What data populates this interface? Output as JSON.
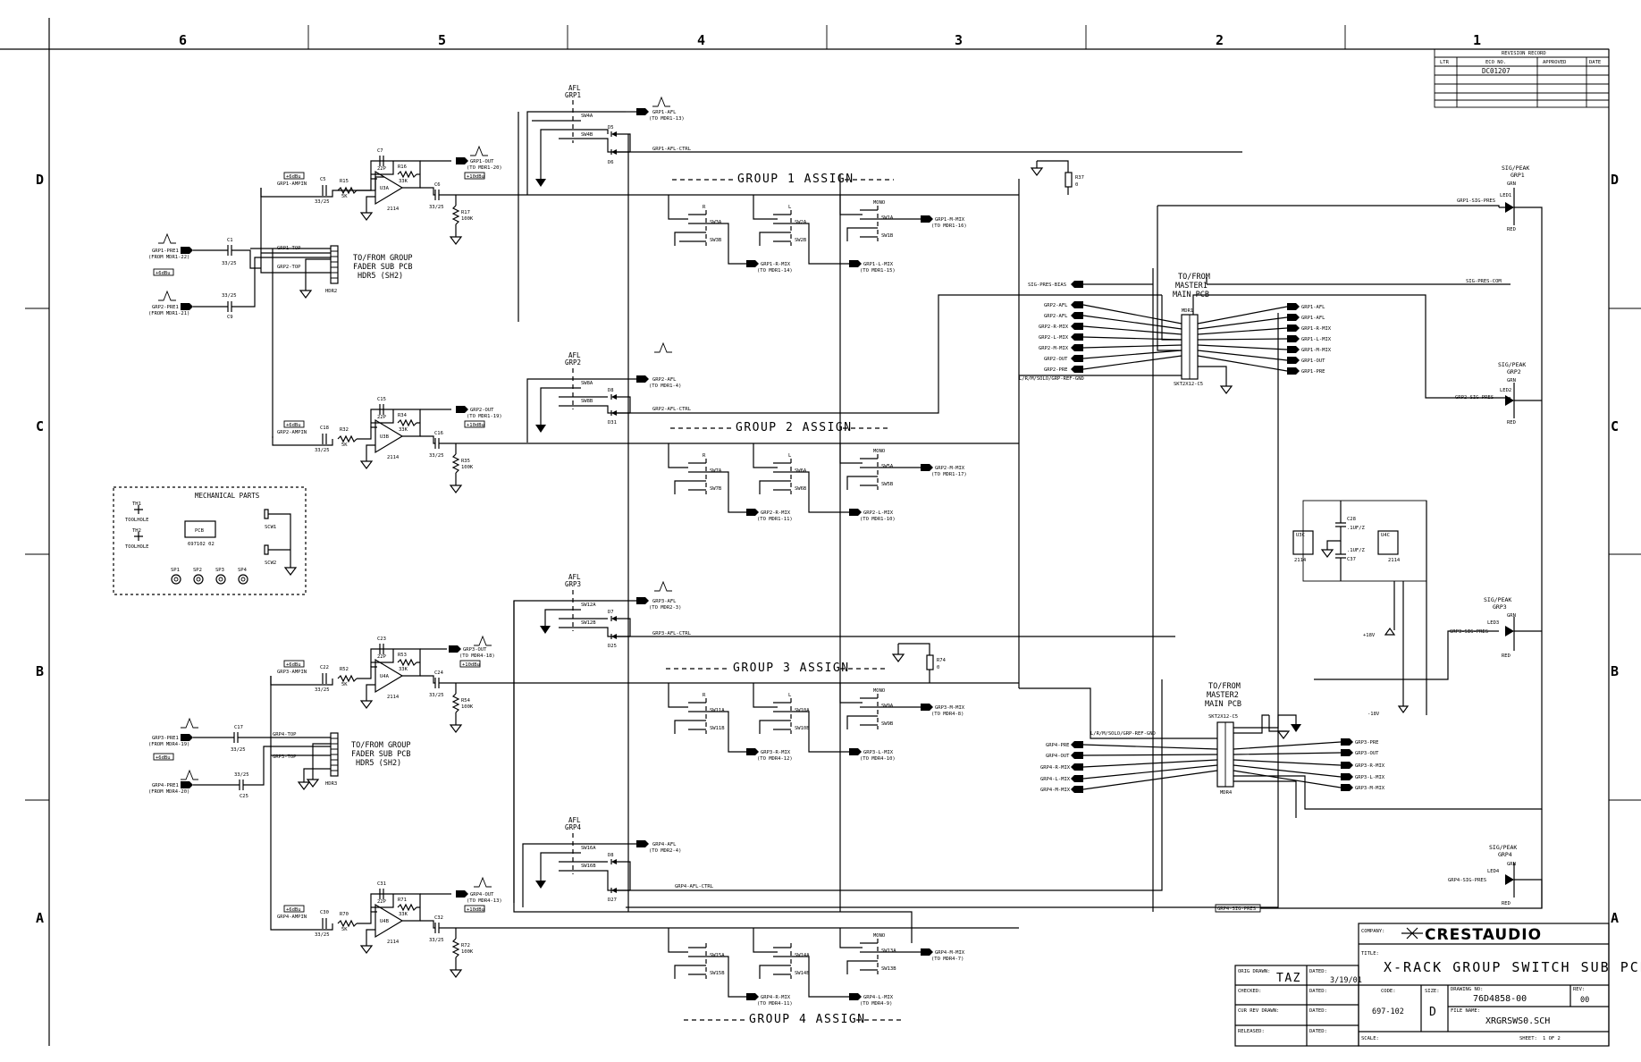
{
  "border": {
    "cols": [
      "6",
      "5",
      "4",
      "3",
      "2",
      "1"
    ],
    "rows": [
      "D",
      "C",
      "B",
      "A"
    ]
  },
  "revision": {
    "title": "REVISION RECORD",
    "headers": [
      "LTR",
      "ECO NO.",
      "APPROVED",
      "DATE"
    ],
    "eco": "DC01207"
  },
  "group_labels": [
    "GROUP 1 ASSIGN",
    "GROUP 2 ASSIGN",
    "GROUP 3 ASSIGN",
    "GROUP 4 ASSIGN"
  ],
  "afl": [
    {
      "t": "AFL",
      "g": "GRP1",
      "out": "GRP1-AFL",
      "to": "(TO MDR1-13)",
      "a": "SW4A",
      "b": "SW4B",
      "d1": "D5",
      "d2": "D6",
      "ctrl": "GRP1-AFL-CTRL"
    },
    {
      "t": "AFL",
      "g": "GRP2",
      "out": "GRP2-AFL",
      "to": "(TO MDR1-4)",
      "a": "SW8A",
      "b": "SW8B",
      "d1": "D8",
      "d2": "D31",
      "ctrl": "GRP2-AFL-CTRL"
    },
    {
      "t": "AFL",
      "g": "GRP3",
      "out": "GRP3-AFL",
      "to": "(TO MDR2-3)",
      "a": "SW12A",
      "b": "SW12B",
      "d1": "D7",
      "d2": "D25",
      "ctrl": "GRP3-AFL-CTRL"
    },
    {
      "t": "AFL",
      "g": "GRP4",
      "out": "GRP4-AFL",
      "to": "(TO MDR2-4)",
      "a": "SW16A",
      "b": "SW16B",
      "d1": "D8",
      "d2": "D27",
      "ctrl": "GRP4-AFL-CTRL"
    }
  ],
  "amps": [
    {
      "cap_in": "C5",
      "res_in": "R15",
      "r_in_val": "5K",
      "cin_val": "33/25",
      "cf": "C7",
      "cf_val": "22P",
      "rf": "R16",
      "rf_val": "33K",
      "u": "U3A",
      "ic": "2114",
      "cout": "C6",
      "cout_val": "33/25",
      "rl": "R17",
      "rl_val": "100K",
      "out": "GRP1-OUT",
      "to": "(TO MDR1-20)",
      "amp": "GRP1-AMPIN",
      "db": "+6dBu",
      "tag": "+10dBu"
    },
    {
      "cap_in": "C18",
      "res_in": "R32",
      "r_in_val": "5K",
      "cin_val": "33/25",
      "cf": "C15",
      "cf_val": "22P",
      "rf": "R34",
      "rf_val": "33K",
      "u": "U3B",
      "ic": "2114",
      "cout": "C16",
      "cout_val": "33/25",
      "rl": "R35",
      "rl_val": "100K",
      "out": "GRP2-OUT",
      "to": "(TO MDR1-19)",
      "amp": "GRP2-AMPIN",
      "db": "+6dBu",
      "tag": "+10dBu"
    },
    {
      "cap_in": "C22",
      "res_in": "R52",
      "r_in_val": "5K",
      "cin_val": "33/25",
      "cf": "C23",
      "cf_val": "22P",
      "rf": "R53",
      "rf_val": "33K",
      "u": "U4A",
      "ic": "2114",
      "cout": "C24",
      "cout_val": "33/25",
      "rl": "R54",
      "rl_val": "100K",
      "out": "GRP3-OUT",
      "to": "(TO MDR4-18)",
      "amp": "GRP3-AMPIN",
      "db": "+6dBu",
      "tag": "+10dBu"
    },
    {
      "cap_in": "C30",
      "res_in": "R70",
      "r_in_val": "5K",
      "cin_val": "33/25",
      "cf": "C31",
      "cf_val": "22P",
      "rf": "R71",
      "rf_val": "33K",
      "u": "U4B",
      "ic": "2114",
      "cout": "C32",
      "cout_val": "33/25",
      "rl": "R72",
      "rl_val": "100K",
      "out": "GRP4-OUT",
      "to": "(TO MDR4-13)",
      "amp": "GRP4-AMPIN",
      "db": "+6dBu",
      "tag": "+10dBu"
    }
  ],
  "assign": [
    {
      "ls": [
        "SW3A",
        "SW3B"
      ],
      "lo": "GRP1-R-MIX",
      "lt": "(TO MDR1-14)",
      "ms": [
        "SW2A",
        "SW2B"
      ],
      "mo": "GRP1-L-MIX",
      "mt": "(TO MDR1-15)",
      "rs": [
        "SW1A",
        "SW1B"
      ],
      "ro": "GRP1-M-MIX",
      "rt": "(TO MDR1-16)"
    },
    {
      "ls": [
        "SW7A",
        "SW7B"
      ],
      "lo": "GRP2-R-MIX",
      "lt": "(TO MDR1-11)",
      "ms": [
        "SW6A",
        "SW6B"
      ],
      "mo": "GRP2-L-MIX",
      "mt": "(TO MDR1-10)",
      "rs": [
        "SW5A",
        "SW5B"
      ],
      "ro": "GRP2-M-MIX",
      "rt": "(TO MDR1-17)"
    },
    {
      "ls": [
        "SW11A",
        "SW11B"
      ],
      "lo": "GRP3-R-MIX",
      "lt": "(TO MDR4-12)",
      "ms": [
        "SW10A",
        "SW10B"
      ],
      "mo": "GRP3-L-MIX",
      "mt": "(TO MDR4-10)",
      "rs": [
        "SW9A",
        "SW9B"
      ],
      "ro": "GRP3-M-MIX",
      "rt": "(TO MDR4-8)"
    },
    {
      "ls": [
        "SW15A",
        "SW15B"
      ],
      "lo": "GRP4-R-MIX",
      "lt": "(TO MDR4-11)",
      "ms": [
        "SW14A",
        "SW14B"
      ],
      "mo": "GRP4-L-MIX",
      "mt": "(TO MDR4-9)",
      "rs": [
        "SW13A",
        "SW13B"
      ],
      "ro": "GRP4-M-MIX",
      "rt": "(TO MDR4-7)"
    }
  ],
  "assign_heads": {
    "l": "R",
    "m": "L",
    "r": "MONO"
  },
  "fader1": {
    "l1": "TO/FROM GROUP",
    "l2": "FADER SUB PCB",
    "l3": "HDR5 (SH2)",
    "hdr": "HDR2",
    "t1": "GRP1-TOP",
    "t2": "GRP2-TOP",
    "in1": "GRP1-PRE1",
    "in1t": "(FROM MDR1-22)",
    "in2": "GRP2-PRE1",
    "in2t": "(FROM MDR1-21)",
    "c1": "C1",
    "c1v": "33/25",
    "c2": "C9",
    "c2v": "33/25",
    "db": "+6dBu"
  },
  "fader2": {
    "l1": "TO/FROM GROUP",
    "l2": "FADER SUB PCB",
    "l3": "HDR5 (SH2)",
    "hdr": "HDR3",
    "t1": "GRP4-TOP",
    "t2": "GRP3-TOP",
    "in1": "GRP3-PRE1",
    "in1t": "(FROM MDR4-19)",
    "in2": "GRP4-PRE1",
    "in2t": "(FROM MDR4-20)",
    "c1": "C17",
    "c1v": "33/25",
    "c2": "C25",
    "c2v": "33/25",
    "db": "+6dBu"
  },
  "master1": {
    "l1": "TO/FROM",
    "l2": "MASTER1",
    "l3": "MAIN PCB",
    "hdr": "MDR1",
    "part": "SKT2X12-C5",
    "sig": "SIG-PRES-BIAS",
    "com": "SIG-PRES-COM",
    "left": [
      "GRP2-AFL",
      "GRP2-AFL",
      "GRP2-R-MIX",
      "GRP2-L-MIX",
      "GRP2-M-MIX",
      "GRP2-OUT",
      "GRP2-PRE"
    ],
    "right": [
      "GRP1-AFL",
      "GRP1-AFL",
      "GRP1-R-MIX",
      "GRP1-L-MIX",
      "GRP1-M-MIX",
      "GRP1-OUT",
      "GRP1-PRE"
    ],
    "bus": "L/R/M/SOLO/GRP-REF-GND"
  },
  "master2": {
    "l1": "TO/FROM",
    "l2": "MASTER2",
    "l3": "MAIN PCB",
    "hdr": "MDR4",
    "part": "SKT2X12-C5",
    "left": [
      "GRP4-PRE",
      "GRP4-OUT",
      "GRP4-R-MIX",
      "GRP4-L-MIX",
      "GRP4-M-MIX"
    ],
    "right": [
      "GRP3-PRE",
      "GRP3-OUT",
      "GRP3-R-MIX",
      "GRP3-L-MIX",
      "GRP3-M-MIX"
    ],
    "bus": "L/R/M/SOLO/GRP-REF-GND"
  },
  "power": {
    "c1": "C28",
    "c1v": ".1UF/Z",
    "c2": "C37",
    "c2v": ".1UF/Z",
    "u1": "U3C",
    "u2": "U4C",
    "ic": "2114",
    "vp": "+18V",
    "vn": "-18V"
  },
  "leds": [
    {
      "t1": "SIG/PEAK",
      "t2": "GRP1",
      "net": "GRP1-SIG-PRES",
      "ref": "LED1",
      "g": "GRN",
      "r": "RED"
    },
    {
      "t1": "SIG/PEAK",
      "t2": "GRP2",
      "net": "GRP2-SIG-PRES",
      "ref": "LED2",
      "g": "GRN",
      "r": "RED"
    },
    {
      "t1": "SIG/PEAK",
      "t2": "GRP3",
      "net": "GRP3-SIG-PRES",
      "ref": "LED3",
      "g": "GRN",
      "r": "RED"
    },
    {
      "t1": "SIG/PEAK",
      "t2": "GRP4",
      "net": "GRP4-SIG-PRES",
      "ref": "LED4",
      "g": "GRN",
      "r": "RED"
    }
  ],
  "resistors": {
    "r37": "R37",
    "r37v": "0",
    "r74": "R74",
    "r74v": "0"
  },
  "cross_note": "GRP4-SIG-PRES",
  "mechanical": {
    "title": "MECHANICAL PARTS",
    "th1": "TH1",
    "th1l": "TOOLHOLE",
    "th2": "TH2",
    "th2l": "TOOLHOLE",
    "pcb": "PCB",
    "pcbn": "697102 02",
    "scw1": "SCW1",
    "scw2": "SCW2",
    "spacers": [
      "SP1",
      "SP2",
      "SP3",
      "SP4"
    ]
  },
  "title_block": {
    "company_label": "COMPANY:",
    "company": "CRESTAUDIO",
    "title_label": "TITLE:",
    "title": "X-RACK GROUP SWITCH SUB PCB",
    "drawn_label": "ORIG DRAWN:",
    "drawn": "TAZ",
    "date_label": "DATED:",
    "date": "3/19/01",
    "checked_label": "CHECKED:",
    "cur_label": "CUR REV DRAWN:",
    "released_label": "RELEASED:",
    "code_label": "CODE:",
    "code": "697-102",
    "size_label": "SIZE:",
    "size": "D",
    "dwg_label": "DRAWING NO:",
    "dwg": "76D4858-00",
    "rev_label": "REV:",
    "rev": "00",
    "file_label": "FILE NAME:",
    "file": "XRGRSWS0.SCH",
    "scale_label": "SCALE:",
    "sheet_label": "SHEET:",
    "sheet": "1 OF 2"
  }
}
